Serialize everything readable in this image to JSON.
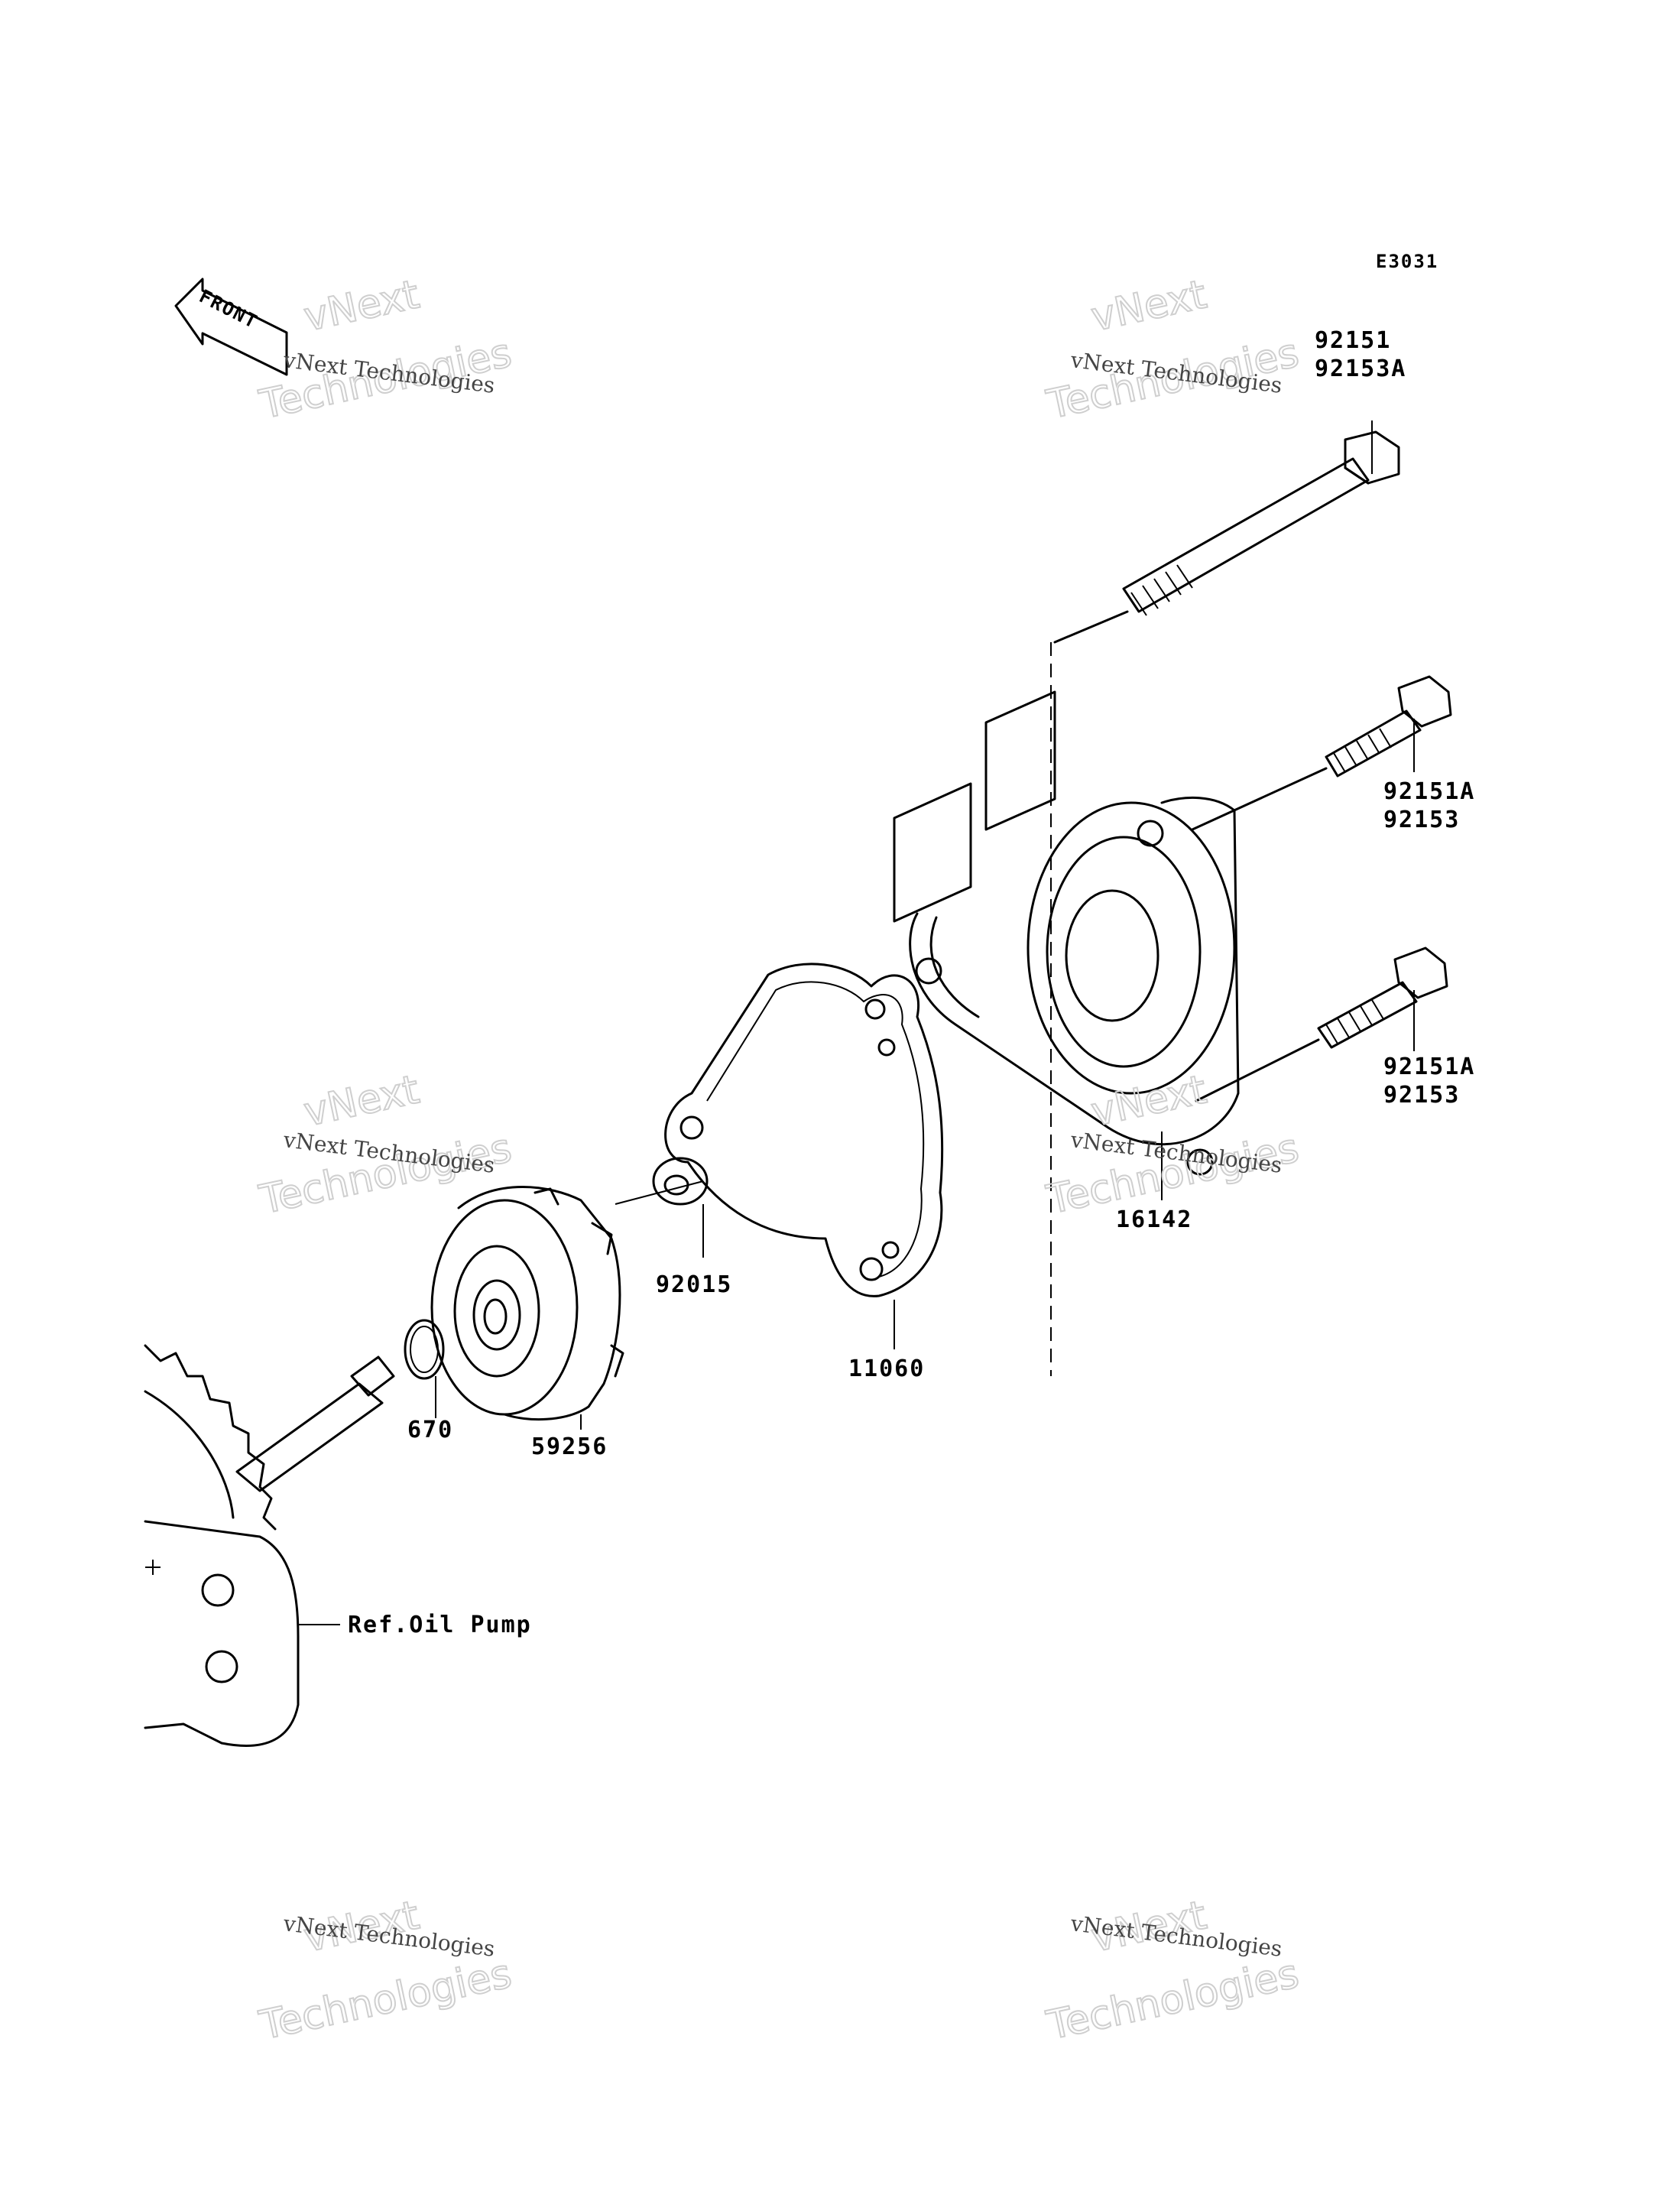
{
  "diagram_code": "E3031",
  "front_label": "FRONT",
  "watermark": {
    "line1": "vNext",
    "line2": "vNext Technologies",
    "line3": "Technologies"
  },
  "parts": {
    "bolt_long": [
      "92151",
      "92153A"
    ],
    "bolt_upper": [
      "92151A",
      "92153"
    ],
    "bolt_lower": [
      "92151A",
      "92153"
    ],
    "cover": "16142",
    "gasket": "11060",
    "washer": "92015",
    "impeller": "59256",
    "o_ring": "670",
    "reference": "Ref.Oil Pump"
  }
}
